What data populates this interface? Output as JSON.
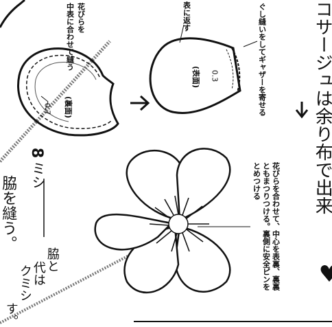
{
  "page": {
    "left_column": {
      "line1": "ミシ",
      "line2": "脇を縫う。",
      "line3": "脇と",
      "line4": "代は",
      "line5": "クミシ",
      "line6": "す。",
      "number": "8"
    },
    "top_annotation": {
      "line1": "花びらを",
      "line2": "中表に合わせて縫う"
    },
    "right_top_annotation": {
      "line1": "表に返す"
    },
    "right_side_annotation": {
      "text": "ぐし縫いをしてギャザーを寄せる"
    },
    "left_petal_labels": {
      "size": "0.7",
      "face": "(裏面)"
    },
    "right_petal_labels": {
      "size": "0.3",
      "face": "(表面)"
    },
    "bottom_annotation": {
      "line1": "花びらを合わせて、中心を表裏、裏裏",
      "line2": "ともまつりつける。裏側に安全ピンを",
      "line3": "とめつける"
    },
    "big_heading": {
      "mark": "●",
      "text": "コサージュは余り布で出来"
    }
  }
}
